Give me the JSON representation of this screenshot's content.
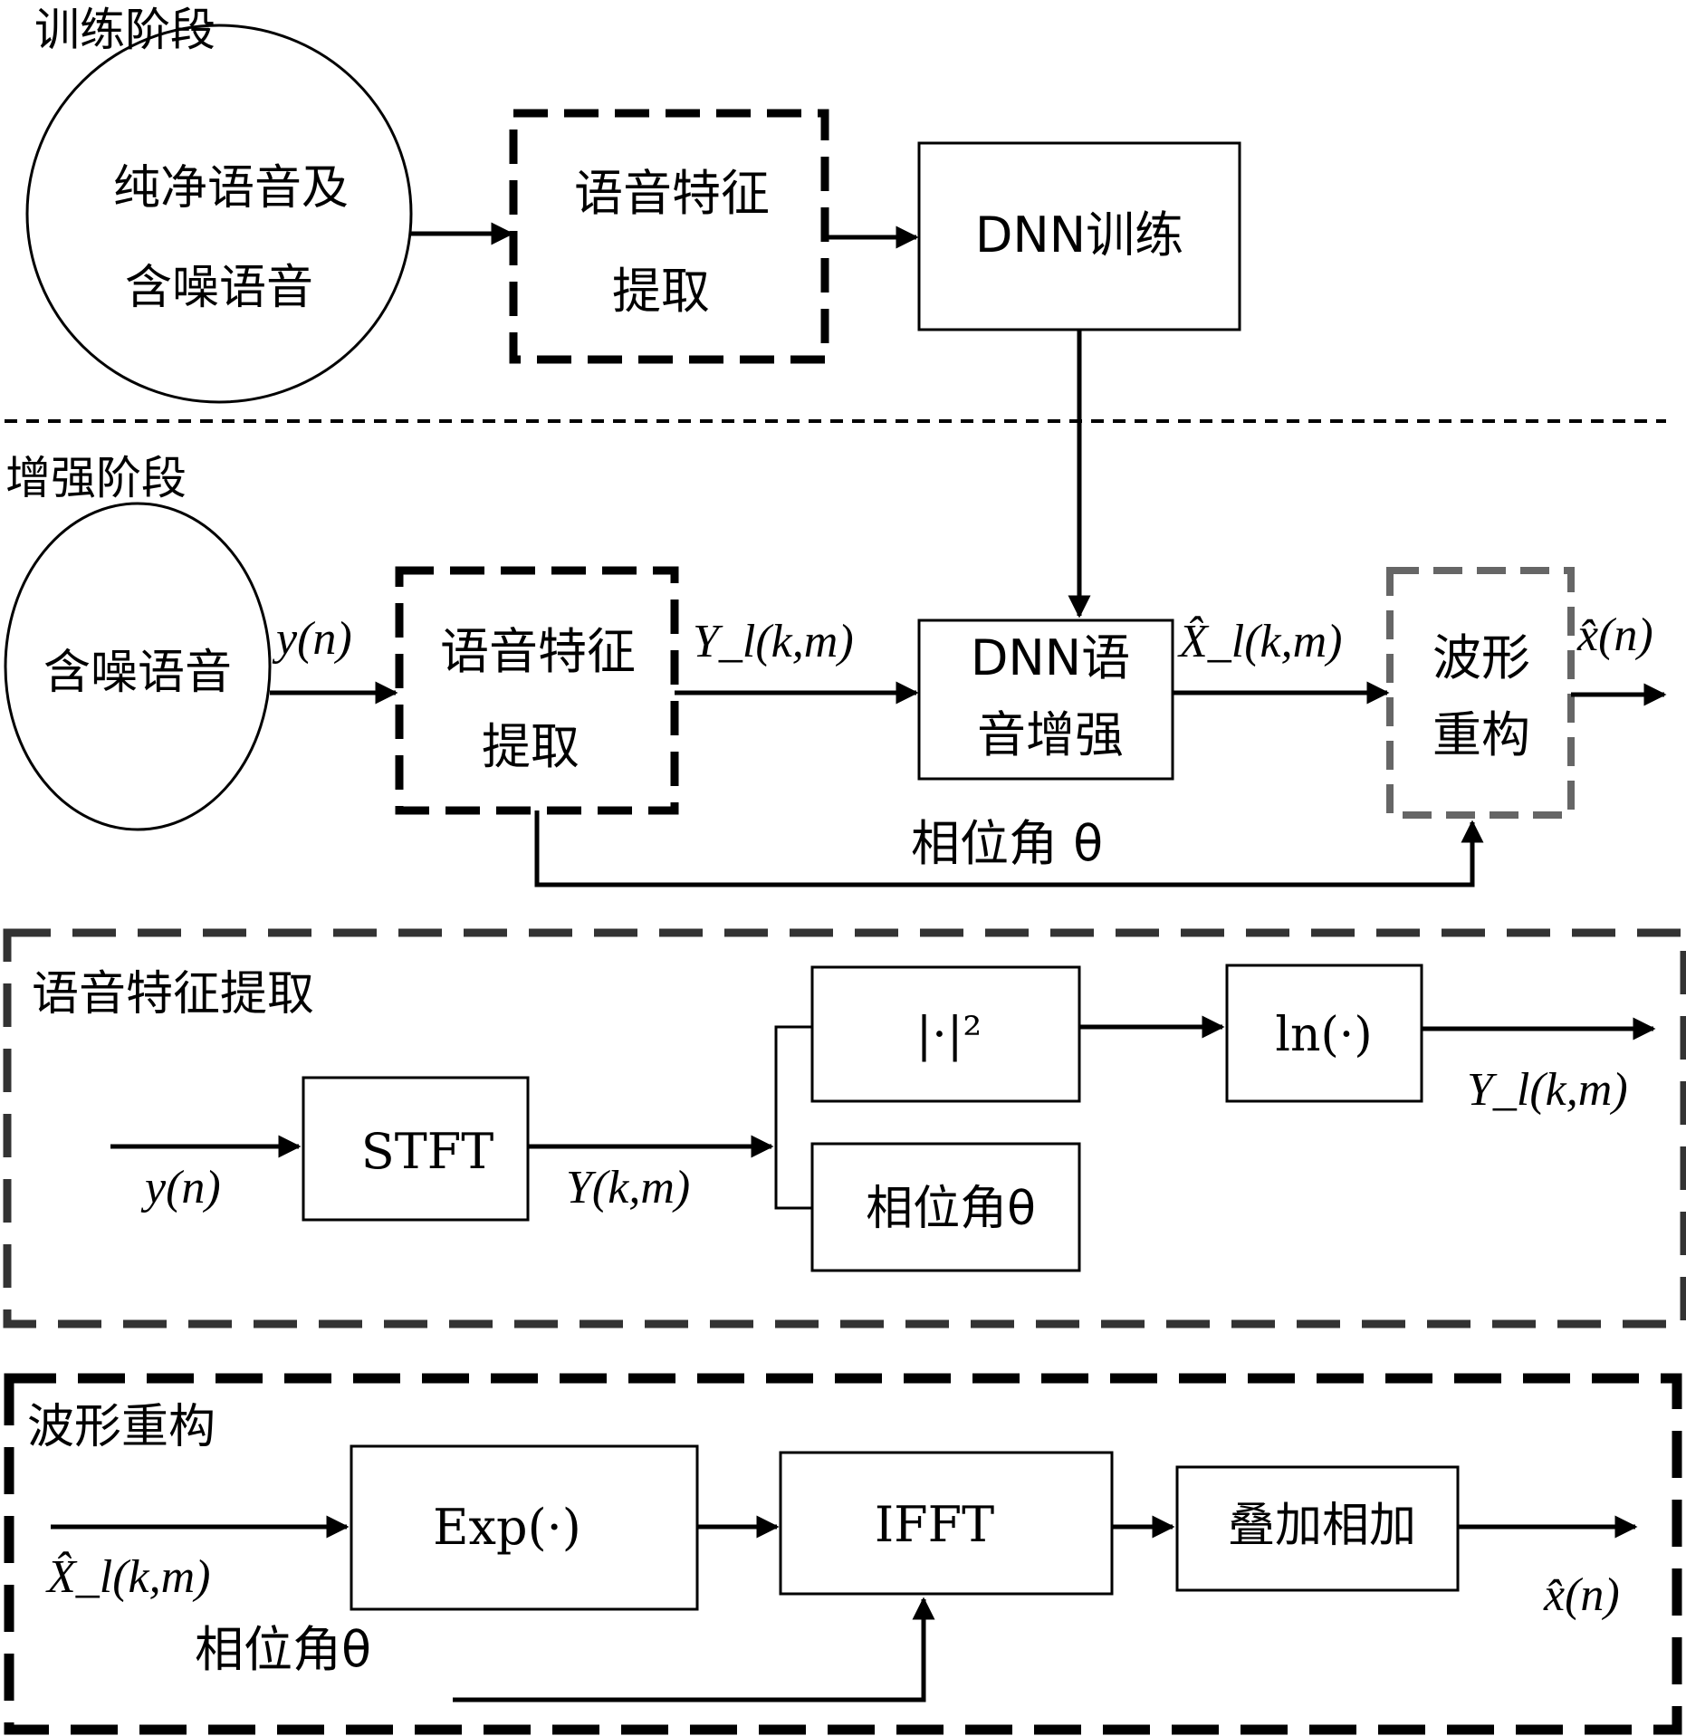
{
  "stages": {
    "training_title": "训练阶段",
    "enhancement_title": "增强阶段"
  },
  "training": {
    "source_line1": "纯净语音及",
    "source_line2": "含噪语音",
    "feature_line1": "语音特征",
    "feature_line2": "提取",
    "dnn_training": "DNN训练"
  },
  "enhancement": {
    "source": "含噪语音",
    "input_label": "y(n)",
    "feature_line1": "语音特征",
    "feature_line2": "提取",
    "feature_output": "Y_l(k,m)",
    "dnn_line1": "DNN语",
    "dnn_line2": "音增强",
    "dnn_output": "X̂_l(k,m)",
    "recon_line1": "波形",
    "recon_line2": "重构",
    "final_output": "x̂(n)",
    "phase_label": "相位角 θ"
  },
  "feature_detail": {
    "title": "语音特征提取",
    "input": "y(n)",
    "stft": "STFT",
    "stft_output": "Y(k,m)",
    "magnitude": "|·|²",
    "log": "ln(·)",
    "phase": "相位角θ",
    "output": "Y_l(k,m)"
  },
  "recon_detail": {
    "title": "波形重构",
    "input": "X̂_l(k,m)",
    "exp": "Exp(·)",
    "ifft": "IFFT",
    "overlap_add": "叠加相加",
    "phase": "相位角θ",
    "output": "x̂(n)"
  },
  "colors": {
    "line": "#000000",
    "gray_dash": "#666666",
    "section_dash": "#333333"
  }
}
